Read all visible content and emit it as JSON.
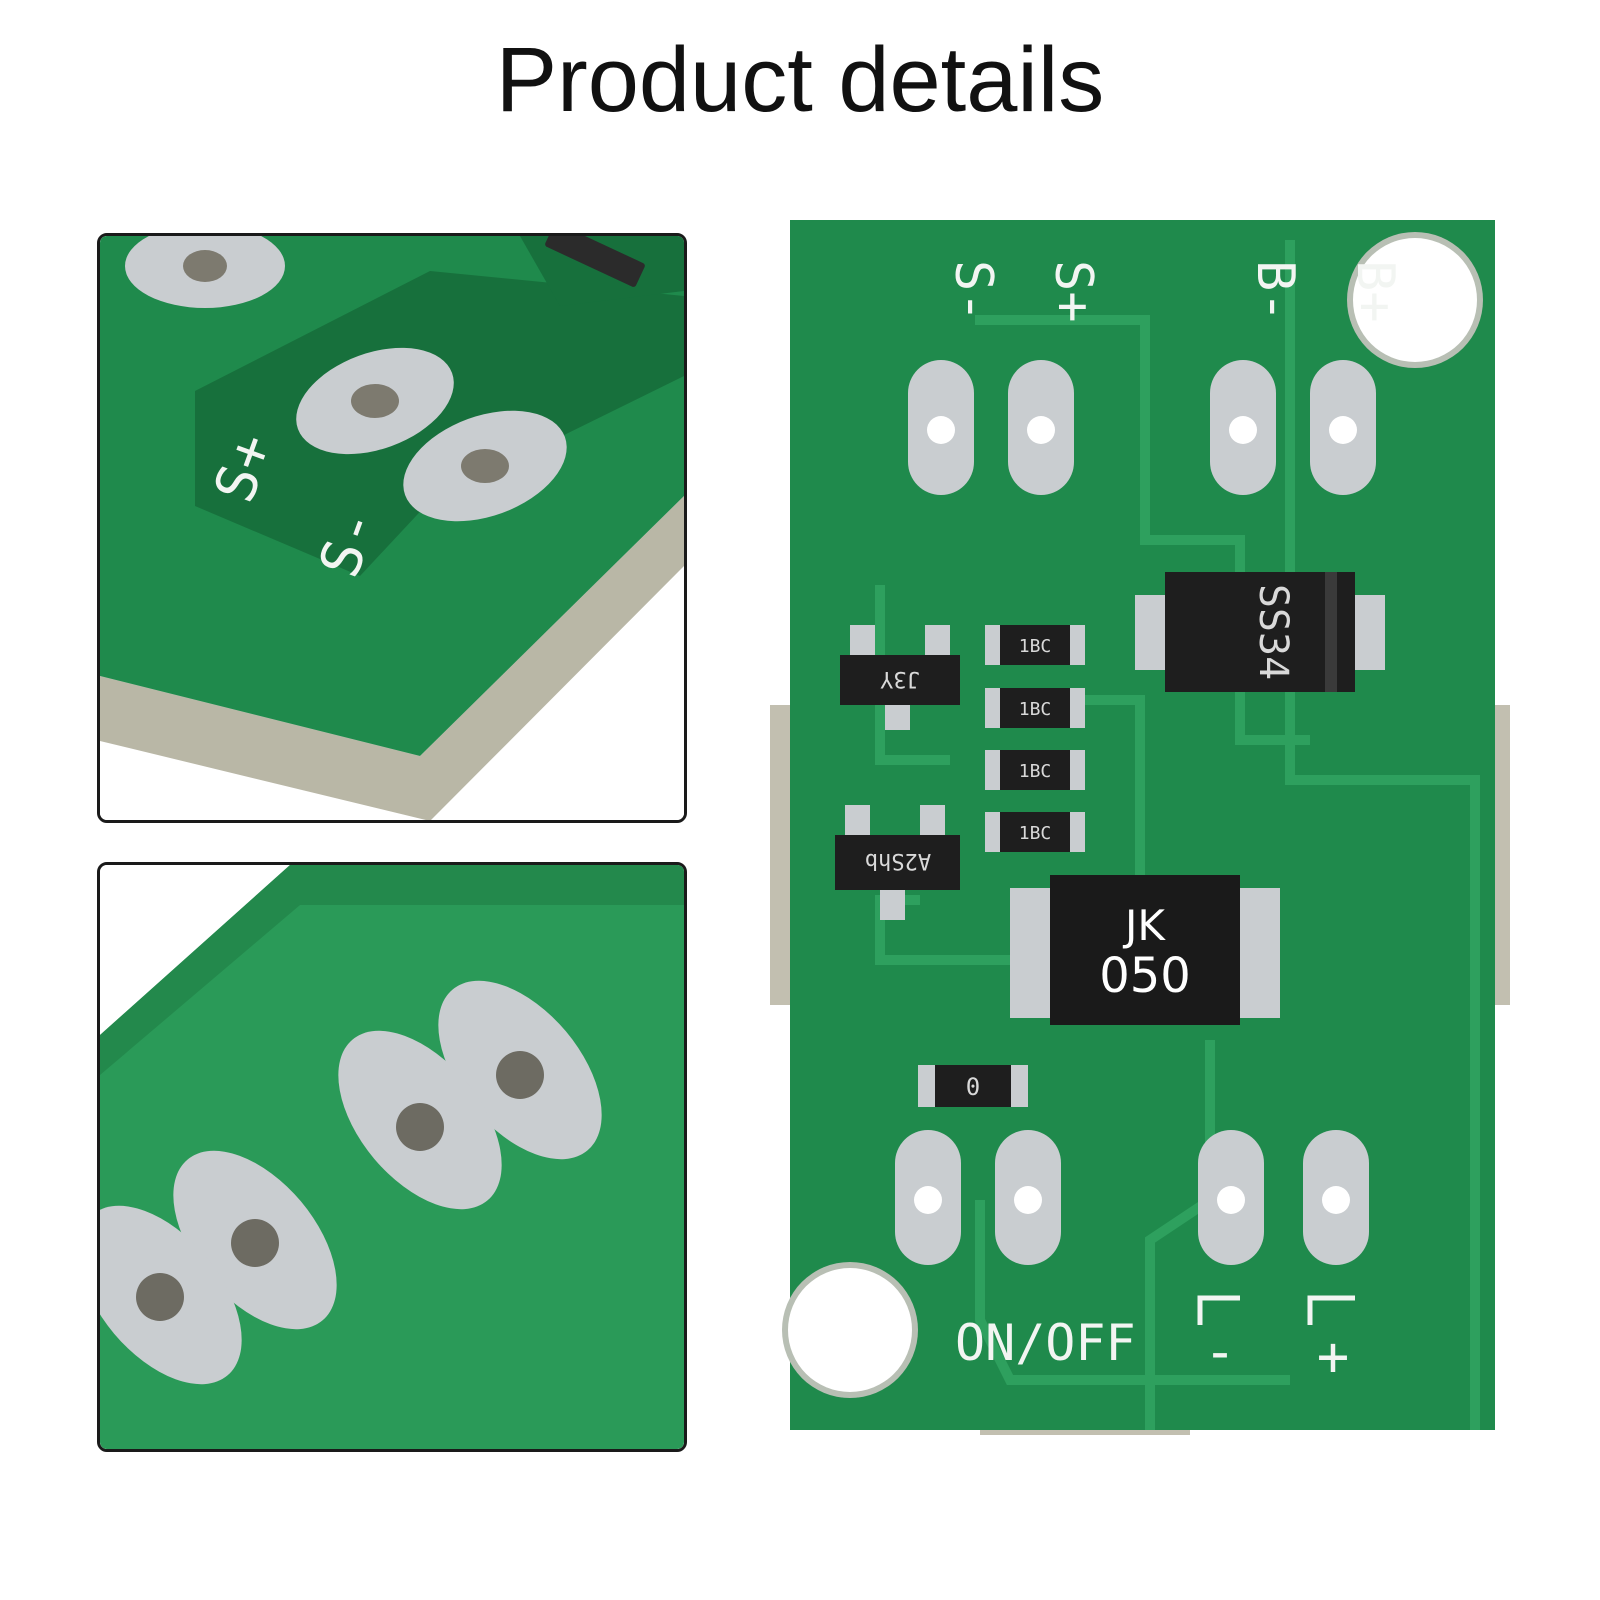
{
  "page": {
    "title": "Product details"
  },
  "board": {
    "top_labels": [
      "S-",
      "S+",
      "B-",
      "B+"
    ],
    "bottom_labels": [
      "ON/OFF",
      "-",
      "+"
    ],
    "fuse_label_line1": "JK",
    "fuse_label_line2": "050",
    "diode_label": "SS34",
    "transistor_top_label": "J3Y",
    "transistor_bottom_label": "A2Shb",
    "resistor_labels": [
      "1BC",
      "1BC",
      "1BC",
      "1BC"
    ],
    "zero_resistor_label": "0"
  },
  "detail_top": {
    "labels": [
      "S+",
      "S-"
    ]
  },
  "colors": {
    "pcb_green": "#1f8a4c",
    "pcb_dark_green": "#17703c",
    "pad_silver": "#c9cdd0",
    "silkscreen": "#f2f5f2",
    "background": "#ffffff"
  }
}
